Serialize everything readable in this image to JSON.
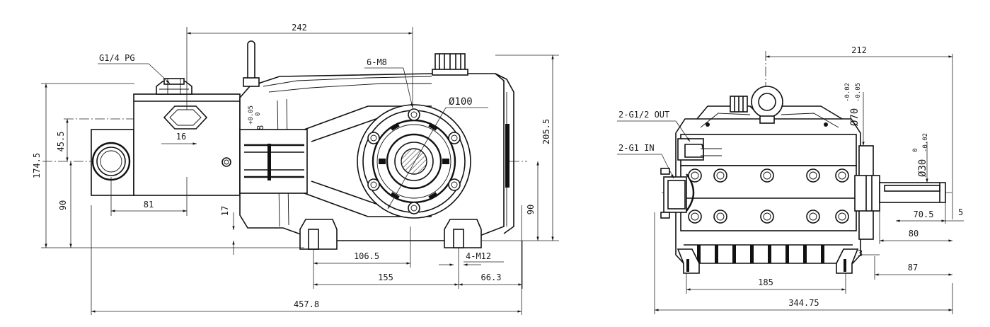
{
  "side_view": {
    "dims": {
      "overall_length": "457.8",
      "top_span": "242",
      "height_left": "174.5",
      "height_right": "205.5",
      "inlet_offset": "45.5",
      "base_to_inlet": "90",
      "base_to_shaft": "90",
      "inlet_x": "81",
      "port_small": "16",
      "foot_gap": "17",
      "foot_spacing": "106.5",
      "mount_span": "155",
      "mount_offset": "66.3",
      "tol_value": "8",
      "tol_upper": "+0.05",
      "tol_lower": "0"
    },
    "callouts": {
      "gauge_port": "G1/4 PG",
      "flange_bolts": "6-M8",
      "flange_dia": "Ø100",
      "mount_holes": "4-M12"
    }
  },
  "front_view": {
    "dims": {
      "top_width": "212",
      "overall_width": "344.75",
      "base_width": "185",
      "shaft_length": "70.5",
      "key_width": "5",
      "shaft_80": "80",
      "shaft_87": "87",
      "small_3": "3",
      "bearing_dia": "Ø70",
      "bearing_tol_u": "-0.02",
      "bearing_tol_l": "-0.05",
      "shaft_dia": "Ø30",
      "shaft_tol_u": "0",
      "shaft_tol_l": "-0.02"
    },
    "callouts": {
      "outlet": "2-G1/2 OUT",
      "inlet": "2-G1 IN"
    }
  }
}
